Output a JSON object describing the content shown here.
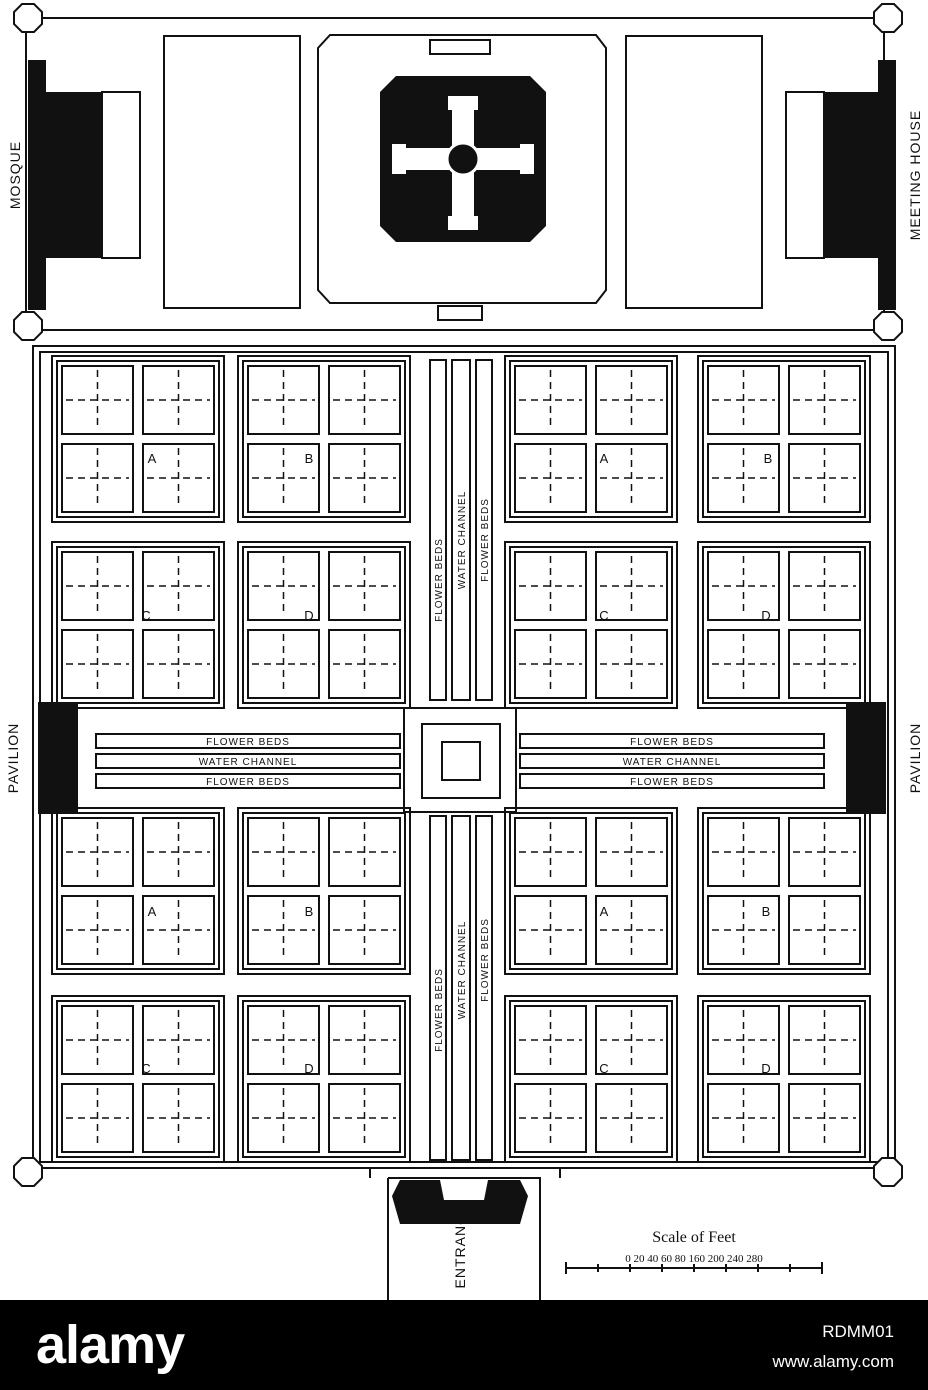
{
  "labels": {
    "mosque": "MOSQUE",
    "meeting_house": "MEETING HOUSE",
    "pavilion_left": "PAVILION",
    "pavilion_right": "PAVILION",
    "entrance": "ENTRANCE",
    "flower_beds": "FLOWER BEDS",
    "water_channel": "WATER CHANNEL",
    "plot_a": "A",
    "plot_b": "B",
    "plot_c": "C",
    "plot_d": "D"
  },
  "scale": {
    "title": "Scale of Feet",
    "ticks": "0 20 40 60 80 160 200 240 280"
  },
  "footer": {
    "brand": "alamy",
    "image_id": "RDMM01",
    "site": "www.alamy.com"
  }
}
